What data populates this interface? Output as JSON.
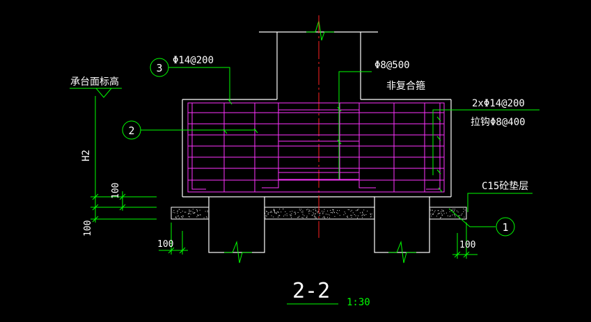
{
  "drawing": {
    "section_title": "2-2",
    "scale": "1:30",
    "colors": {
      "background": "#000000",
      "outline": "#ffffff",
      "rebar": "#ff33ff",
      "dimension": "#00ff00",
      "centerline": "#ff2020",
      "text": "#ffffff"
    }
  },
  "labels": {
    "top_rebar": "Φ14@200",
    "stirrup": "Φ8@500",
    "stirrup_note": "非复合箍",
    "side_rebar": "2xΦ14@200",
    "tie_bar": "拉钩Φ8@400",
    "cap_top_elev": "承台面标高",
    "cushion": "C15砼垫层",
    "dim_h2": "H2",
    "dim_100_a": "100",
    "dim_100_b": "100",
    "dim_100_left": "100",
    "dim_100_right": "100"
  },
  "markers": {
    "m1": "1",
    "m2": "2",
    "m3": "3"
  }
}
